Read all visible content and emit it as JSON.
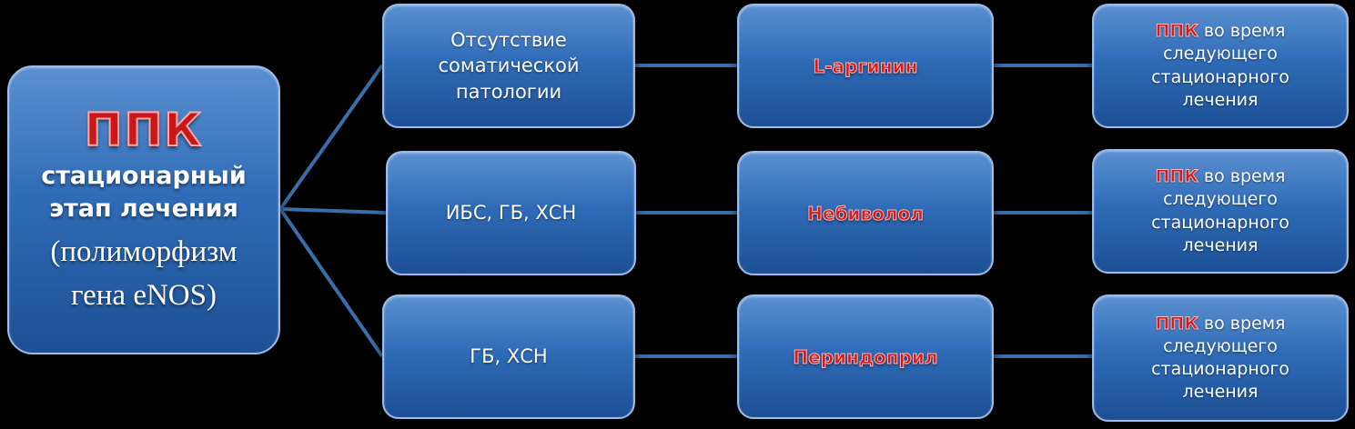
{
  "root": {
    "abbr": "ППК",
    "stage_line1": "стационарный",
    "stage_line2": "этап лечения",
    "gene_line1": "(полиморфизм",
    "gene_line2": "гена eNOS)"
  },
  "rows": [
    {
      "condition_lines": [
        "Отсутствие",
        "соматической",
        "патологии"
      ],
      "drug": "L-аргинин",
      "outcome": {
        "abbr": "ППК",
        "suffix": " во время",
        "line2": "следующего",
        "line3": "стационарного",
        "line4": "лечения"
      }
    },
    {
      "condition_lines": [
        "ИБС, ГБ, ХСН"
      ],
      "drug": "Небиволол",
      "outcome": {
        "abbr": "ППК",
        "suffix": " во время",
        "line2": "следующего",
        "line3": "стационарного",
        "line4": "лечения"
      }
    },
    {
      "condition_lines": [
        "ГБ, ХСН"
      ],
      "drug": "Периндоприл",
      "outcome": {
        "abbr": "ППК",
        "suffix": " во время",
        "line2": "следующего",
        "line3": "стационарного",
        "line4": "лечения"
      }
    }
  ],
  "colors": {
    "box_fill": "#2f6cb7",
    "connector": "#3a6ea8",
    "highlight_red": "#d21c1c",
    "background": "#000000"
  }
}
